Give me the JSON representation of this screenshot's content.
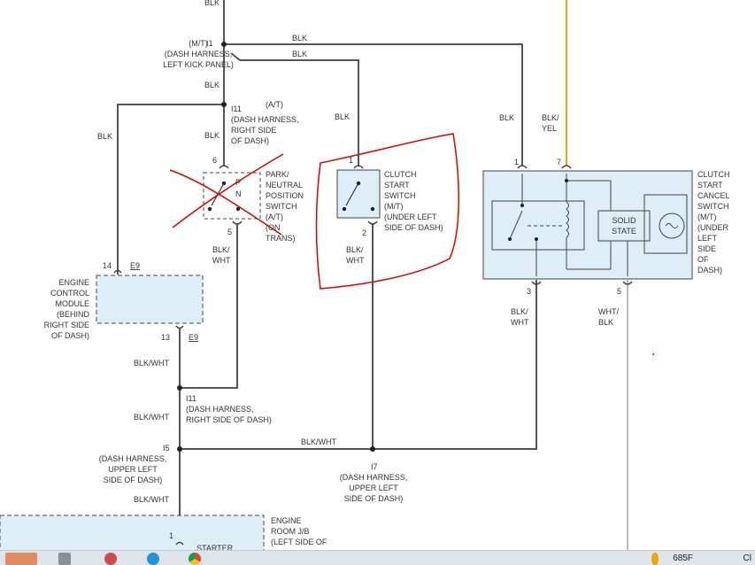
{
  "colors": {
    "wire": "#555555",
    "yellow_wire": "#d6b100",
    "box_fill": "#ddeef7",
    "box_stroke": "#444444",
    "annotation_red": "#e00000"
  },
  "wire_labels": {
    "top_blk": "BLK",
    "i1_right_blk_1": "BLK",
    "i1_right_blk_2": "BLK",
    "i1_down_blk": "BLK",
    "ecm_feed_blk": "BLK",
    "pnp_feed_blk": "BLK",
    "clutch_feed_blk": "BLK",
    "cancel_feed_blk": "BLK",
    "cancel_feed_blk_yel": "BLK/\nYEL",
    "pnp_out": "BLK/\nWHT",
    "clutch_out": "BLK/\nWHT",
    "cancel_out3": "BLK/\nWHT",
    "cancel_out5": "WHT/\nBLK",
    "ecm_out": "BLK/WHT",
    "i11_out": "BLK/WHT",
    "bus_i5_i7": "BLK/WHT",
    "i5_out": "BLK/WHT"
  },
  "connectors": {
    "i1": {
      "name": "I1",
      "label": "(M/T)\n(DASH HARNESS,\nLEFT KICK PANEL)"
    },
    "i11_top": {
      "name": "I11",
      "label": "(DASH HARNESS,\nRIGHT SIDE\nOF DASH)",
      "qualifier": "(A/T)"
    },
    "i11_low": {
      "name": "I11",
      "label": "(DASH HARNESS,\nRIGHT SIDE OF DASH)"
    },
    "i5": {
      "name": "I5",
      "label": "(DASH HARNESS,\nUPPER LEFT\nSIDE OF DASH)"
    },
    "i7": {
      "name": "I7",
      "label": "(DASH HARNESS,\nUPPER LEFT\nSIDE OF DASH)"
    }
  },
  "components": {
    "pnp": {
      "label": "PARK/\nNEUTRAL\nPOSITION\nSWITCH\n(A/T)\n(ON\nTRANS)",
      "pin_top": "6",
      "pin_bottom": "5",
      "pos_p": "P",
      "pos_n": "N"
    },
    "clutch": {
      "label": "CLUTCH\nSTART\nSWITCH\n(M/T)\n(UNDER LEFT\nSIDE OF DASH)",
      "pin_top": "1",
      "pin_bottom": "2"
    },
    "cancel": {
      "label": "CLUTCH\nSTART\nCANCEL\nSWITCH\n(M/T)\n(UNDER\nLEFT\nSIDE\nOF\nDASH)",
      "pin1": "1",
      "pin7": "7",
      "pin3": "3",
      "pin5": "5",
      "solid_state": "SOLID\nSTATE"
    },
    "ecm": {
      "label": "ENGINE\nCONTROL\nMODULE\n(BEHIND\nRIGHT SIDE\nOF DASH)",
      "pin14": "14",
      "conn14": "E9",
      "pin13": "13",
      "conn13": "E9"
    },
    "jb": {
      "label": "ENGINE\nROOM J/B\n(LEFT SIDE OF",
      "pin": "1",
      "starter": "STARTER"
    }
  },
  "taskbar": {
    "clock": "685F",
    "edge_text": "Cl"
  }
}
